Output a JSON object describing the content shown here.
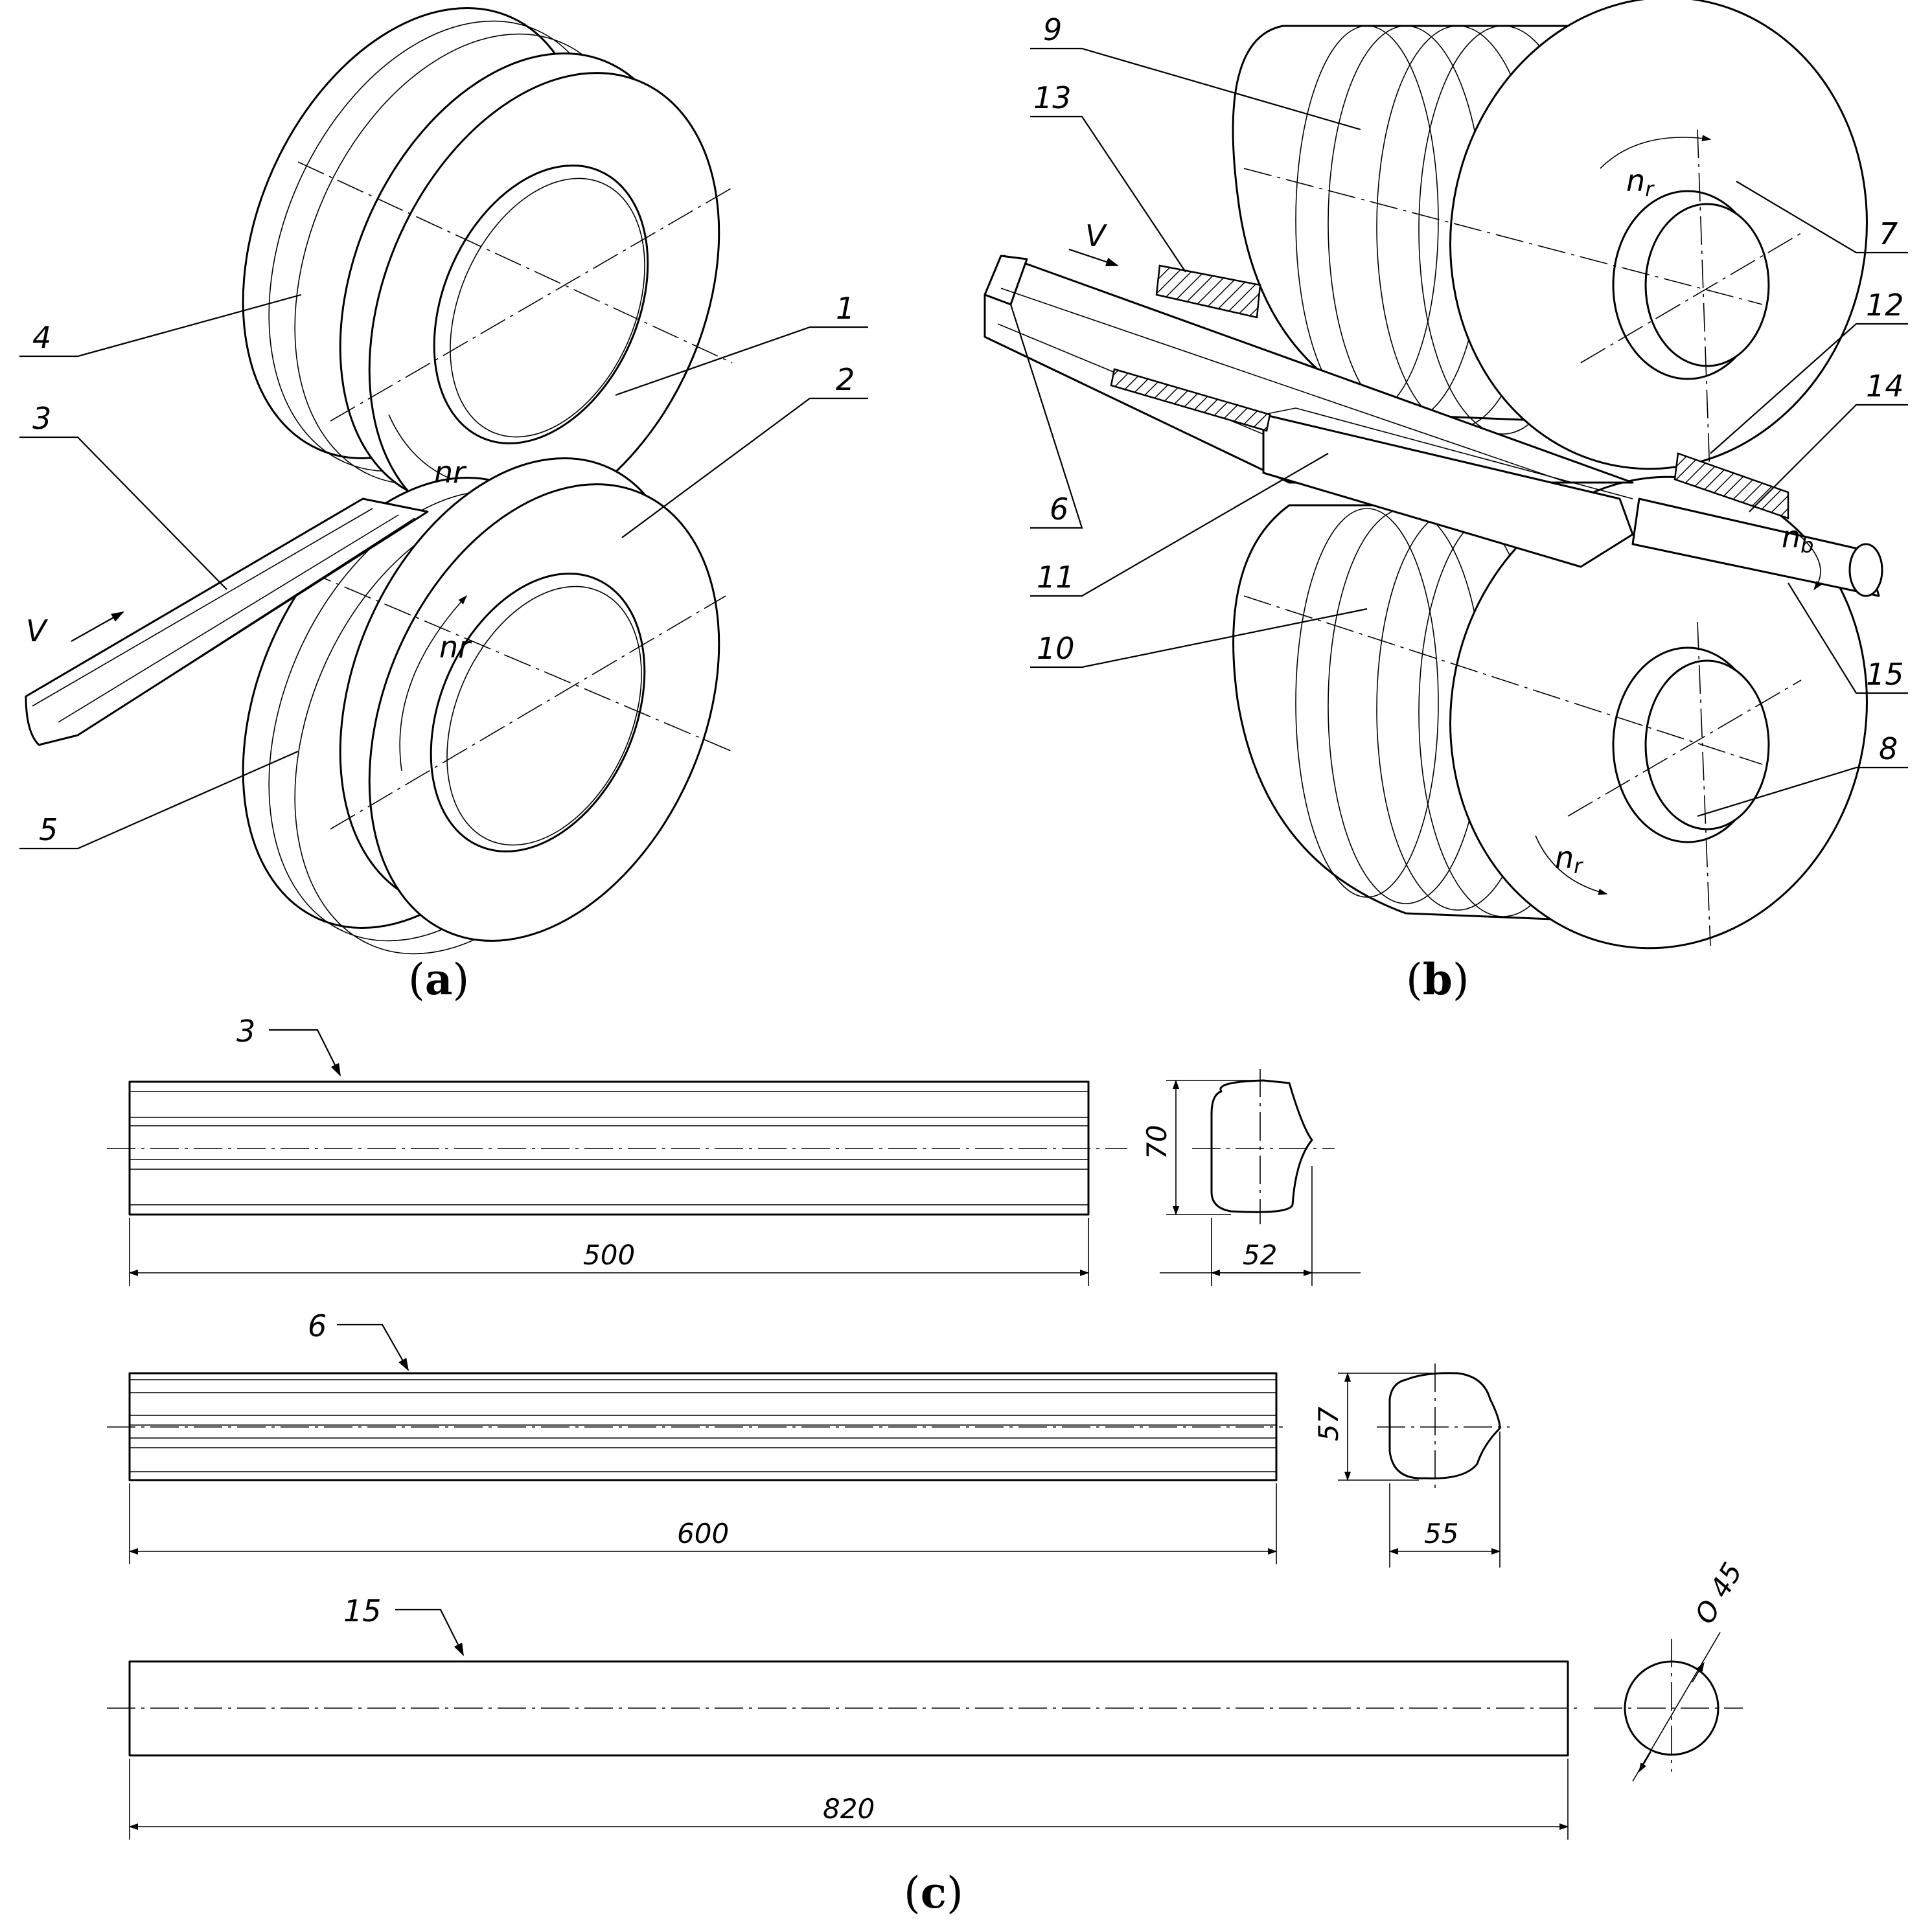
{
  "labels": {
    "n1": "1",
    "n2": "2",
    "n3": "3",
    "n4": "4",
    "n5": "5",
    "n6": "6",
    "n7": "7",
    "n8": "8",
    "n9": "9",
    "n10": "10",
    "n11": "11",
    "n12": "12",
    "n13": "13",
    "n14": "14",
    "n15": "15",
    "velocity": "V",
    "roll_speed_a": "nr",
    "roll_speed": "n",
    "roll_sub": "r",
    "mandrel_sub": "b"
  },
  "captions": {
    "a_open": "(",
    "a_letter": "a",
    "a_close": ")",
    "b_open": "(",
    "b_letter": "b",
    "b_close": ")",
    "c_open": "(",
    "c_letter": "c",
    "c_close": ")"
  },
  "dimensions": {
    "billet_3_length": "500",
    "billet_3_height": "70",
    "billet_3_width": "52",
    "billet_6_length": "600",
    "billet_6_height": "57",
    "billet_6_width": "55",
    "rod_15_length": "820",
    "rod_15_diameter": "O 45"
  }
}
